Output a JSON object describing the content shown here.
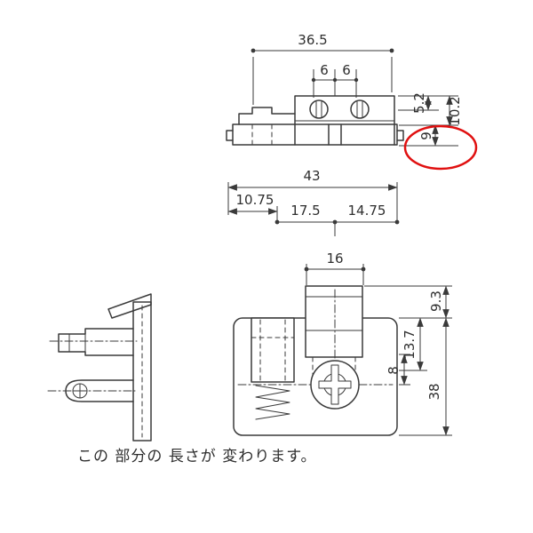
{
  "drawing": {
    "line_color": "#3a3a3a",
    "highlight_color": "#e01010",
    "top_view": {
      "overall_width": "36.5",
      "pitch_left": "6",
      "pitch_right": "6",
      "step_height": "5.2",
      "upper_height": "10.2",
      "base_height": "9"
    },
    "front_view": {
      "overall_width": "43",
      "left_offset": "10.75",
      "center_from_left": "17.5",
      "center_from_right": "14.75",
      "slot_width": "16",
      "tab_protrusion": "9.3",
      "upper_depth": "13.7",
      "key_offset": "8",
      "body_height": "38"
    },
    "note": {
      "text": "この 部分の 長さが 変わります。",
      "color": "#d40000"
    }
  }
}
